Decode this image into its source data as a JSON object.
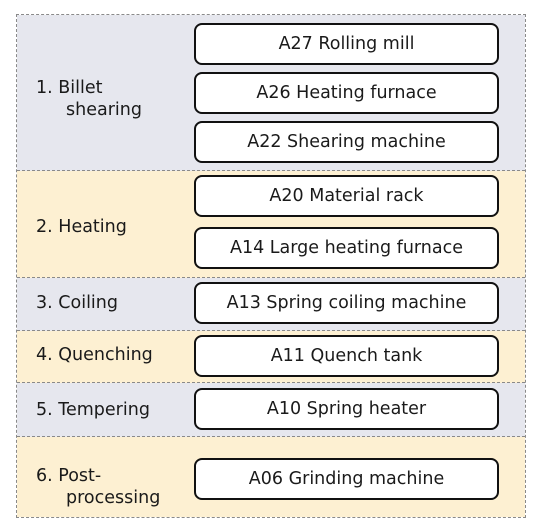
{
  "stages": [
    {
      "number": "1.",
      "label_line1": "Billet",
      "label_line2": "shearing",
      "machines": [
        "A27 Rolling mill",
        "A26 Heating furnace",
        "A22 Shearing machine"
      ]
    },
    {
      "number": "2.",
      "label_line1": "Heating",
      "label_line2": "",
      "machines": [
        "A20 Material rack",
        "A14 Large heating furnace"
      ]
    },
    {
      "number": "3.",
      "label_line1": "Coiling",
      "label_line2": "",
      "machines": [
        "A13 Spring coiling machine"
      ]
    },
    {
      "number": "4.",
      "label_line1": "Quenching",
      "label_line2": "",
      "machines": [
        "A11 Quench tank"
      ]
    },
    {
      "number": "5.",
      "label_line1": "Tempering",
      "label_line2": "",
      "machines": [
        "A10 Spring heater"
      ]
    },
    {
      "number": "6.",
      "label_line1": "Post-",
      "label_line2": "processing",
      "machines": [
        "A06 Grinding machine"
      ]
    }
  ],
  "colors": {
    "band_gray": "#e6e7ee",
    "band_tan": "#fdf0d2",
    "box_border": "#111111",
    "dashed_border": "#8a8a8a"
  }
}
